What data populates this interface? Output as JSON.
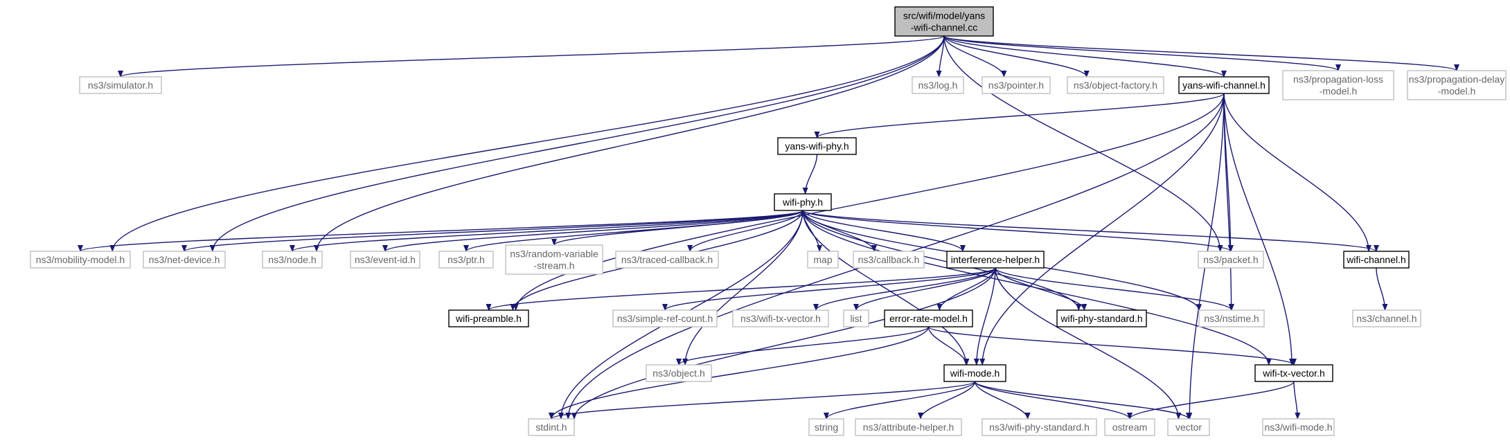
{
  "diagram": {
    "type": "include-dependency-graph",
    "root": "root",
    "colors": {
      "edge": "#191970",
      "root_fill": "#bfbfbf",
      "internal_border": "#000000",
      "external_border": "#bfbfbf",
      "external_text": "#666666"
    },
    "nodes": [
      {
        "id": "root",
        "lines": [
          "src/wifi/model/yans",
          "-wifi-channel.cc"
        ],
        "kind": "root"
      },
      {
        "id": "simulator",
        "lines": [
          "ns3/simulator.h"
        ],
        "kind": "external"
      },
      {
        "id": "log",
        "lines": [
          "ns3/log.h"
        ],
        "kind": "external"
      },
      {
        "id": "pointer",
        "lines": [
          "ns3/pointer.h"
        ],
        "kind": "external"
      },
      {
        "id": "objfactory",
        "lines": [
          "ns3/object-factory.h"
        ],
        "kind": "external"
      },
      {
        "id": "yanschan",
        "lines": [
          "yans-wifi-channel.h"
        ],
        "kind": "internal"
      },
      {
        "id": "proploss",
        "lines": [
          "ns3/propagation-loss",
          "-model.h"
        ],
        "kind": "external"
      },
      {
        "id": "propdelay",
        "lines": [
          "ns3/propagation-delay",
          "-model.h"
        ],
        "kind": "external"
      },
      {
        "id": "yansphy",
        "lines": [
          "yans-wifi-phy.h"
        ],
        "kind": "internal"
      },
      {
        "id": "wifiphy",
        "lines": [
          "wifi-phy.h"
        ],
        "kind": "internal"
      },
      {
        "id": "mobility",
        "lines": [
          "ns3/mobility-model.h"
        ],
        "kind": "external"
      },
      {
        "id": "netdev",
        "lines": [
          "ns3/net-device.h"
        ],
        "kind": "external"
      },
      {
        "id": "node",
        "lines": [
          "ns3/node.h"
        ],
        "kind": "external"
      },
      {
        "id": "eventid",
        "lines": [
          "ns3/event-id.h"
        ],
        "kind": "external"
      },
      {
        "id": "ptr",
        "lines": [
          "ns3/ptr.h"
        ],
        "kind": "external"
      },
      {
        "id": "randvar",
        "lines": [
          "ns3/random-variable",
          "-stream.h"
        ],
        "kind": "external"
      },
      {
        "id": "traced",
        "lines": [
          "ns3/traced-callback.h"
        ],
        "kind": "external"
      },
      {
        "id": "map",
        "lines": [
          "map"
        ],
        "kind": "external"
      },
      {
        "id": "callback",
        "lines": [
          "ns3/callback.h"
        ],
        "kind": "external"
      },
      {
        "id": "interf",
        "lines": [
          "interference-helper.h"
        ],
        "kind": "internal"
      },
      {
        "id": "packet",
        "lines": [
          "ns3/packet.h"
        ],
        "kind": "external"
      },
      {
        "id": "wifichan",
        "lines": [
          "wifi-channel.h"
        ],
        "kind": "internal"
      },
      {
        "id": "channel",
        "lines": [
          "ns3/channel.h"
        ],
        "kind": "external"
      },
      {
        "id": "preamble",
        "lines": [
          "wifi-preamble.h"
        ],
        "kind": "internal"
      },
      {
        "id": "simplerefcount",
        "lines": [
          "ns3/simple-ref-count.h"
        ],
        "kind": "external"
      },
      {
        "id": "ns3txvec",
        "lines": [
          "ns3/wifi-tx-vector.h"
        ],
        "kind": "external"
      },
      {
        "id": "list",
        "lines": [
          "list"
        ],
        "kind": "external"
      },
      {
        "id": "errmodel",
        "lines": [
          "error-rate-model.h"
        ],
        "kind": "internal"
      },
      {
        "id": "phystd",
        "lines": [
          "wifi-phy-standard.h"
        ],
        "kind": "internal"
      },
      {
        "id": "nstime",
        "lines": [
          "ns3/nstime.h"
        ],
        "kind": "external"
      },
      {
        "id": "object",
        "lines": [
          "ns3/object.h"
        ],
        "kind": "external"
      },
      {
        "id": "wifimode",
        "lines": [
          "wifi-mode.h"
        ],
        "kind": "internal"
      },
      {
        "id": "txvec",
        "lines": [
          "wifi-tx-vector.h"
        ],
        "kind": "internal"
      },
      {
        "id": "stdint",
        "lines": [
          "stdint.h"
        ],
        "kind": "external"
      },
      {
        "id": "string",
        "lines": [
          "string"
        ],
        "kind": "external"
      },
      {
        "id": "attrhelper",
        "lines": [
          "ns3/attribute-helper.h"
        ],
        "kind": "external"
      },
      {
        "id": "ns3phystd",
        "lines": [
          "ns3/wifi-phy-standard.h"
        ],
        "kind": "external"
      },
      {
        "id": "ostream",
        "lines": [
          "ostream"
        ],
        "kind": "external"
      },
      {
        "id": "vector",
        "lines": [
          "vector"
        ],
        "kind": "external"
      },
      {
        "id": "ns3wifimode",
        "lines": [
          "ns3/wifi-mode.h"
        ],
        "kind": "external"
      }
    ],
    "edges": [
      [
        "root",
        "simulator"
      ],
      [
        "root",
        "log"
      ],
      [
        "root",
        "pointer"
      ],
      [
        "root",
        "objfactory"
      ],
      [
        "root",
        "yanschan"
      ],
      [
        "root",
        "proploss"
      ],
      [
        "root",
        "propdelay"
      ],
      [
        "root",
        "mobility"
      ],
      [
        "root",
        "netdev"
      ],
      [
        "root",
        "node"
      ],
      [
        "root",
        "packet"
      ],
      [
        "yanschan",
        "yansphy"
      ],
      [
        "yanschan",
        "stdint"
      ],
      [
        "yanschan",
        "preamble"
      ],
      [
        "yanschan",
        "packet"
      ],
      [
        "yanschan",
        "nstime"
      ],
      [
        "yanschan",
        "wifimode"
      ],
      [
        "yanschan",
        "wifichan"
      ],
      [
        "yanschan",
        "txvec"
      ],
      [
        "yanschan",
        "vector"
      ],
      [
        "yansphy",
        "wifiphy"
      ],
      [
        "wifiphy",
        "mobility"
      ],
      [
        "wifiphy",
        "netdev"
      ],
      [
        "wifiphy",
        "node"
      ],
      [
        "wifiphy",
        "eventid"
      ],
      [
        "wifiphy",
        "ptr"
      ],
      [
        "wifiphy",
        "randvar"
      ],
      [
        "wifiphy",
        "traced"
      ],
      [
        "wifiphy",
        "map"
      ],
      [
        "wifiphy",
        "callback"
      ],
      [
        "wifiphy",
        "interf"
      ],
      [
        "wifiphy",
        "packet"
      ],
      [
        "wifiphy",
        "wifichan"
      ],
      [
        "wifiphy",
        "stdint"
      ],
      [
        "wifiphy",
        "preamble"
      ],
      [
        "wifiphy",
        "object"
      ],
      [
        "wifiphy",
        "phystd"
      ],
      [
        "wifiphy",
        "nstime"
      ],
      [
        "wifiphy",
        "wifimode"
      ],
      [
        "wifiphy",
        "txvec"
      ],
      [
        "interf",
        "preamble"
      ],
      [
        "interf",
        "simplerefcount"
      ],
      [
        "interf",
        "ns3txvec"
      ],
      [
        "interf",
        "list"
      ],
      [
        "interf",
        "errmodel"
      ],
      [
        "interf",
        "phystd"
      ],
      [
        "interf",
        "nstime"
      ],
      [
        "interf",
        "wifimode"
      ],
      [
        "interf",
        "vector"
      ],
      [
        "interf",
        "stdint"
      ],
      [
        "errmodel",
        "object"
      ],
      [
        "errmodel",
        "wifimode"
      ],
      [
        "errmodel",
        "txvec"
      ],
      [
        "errmodel",
        "stdint"
      ],
      [
        "wifimode",
        "stdint"
      ],
      [
        "wifimode",
        "string"
      ],
      [
        "wifimode",
        "attrhelper"
      ],
      [
        "wifimode",
        "ns3phystd"
      ],
      [
        "wifimode",
        "ostream"
      ],
      [
        "wifimode",
        "vector"
      ],
      [
        "txvec",
        "ns3wifimode"
      ],
      [
        "txvec",
        "ostream"
      ],
      [
        "wifichan",
        "channel"
      ]
    ]
  }
}
